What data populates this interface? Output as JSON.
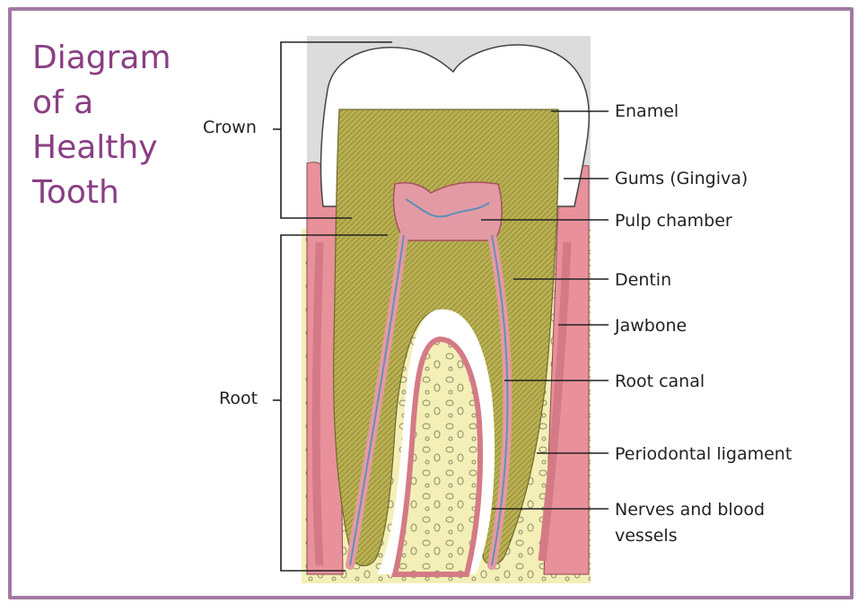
{
  "title": {
    "line1": "Diagram",
    "line2": "of a",
    "line3": "Healthy",
    "line4": "Tooth"
  },
  "left_labels": {
    "crown": "Crown",
    "root": "Root"
  },
  "right_labels": {
    "enamel": "Enamel",
    "gums": "Gums (Gingiva)",
    "pulp_chamber": "Pulp chamber",
    "dentin": "Dentin",
    "jawbone": "Jawbone",
    "root_canal": "Root canal",
    "periodontal_ligament": "Periodontal ligament",
    "nerves_line1": "Nerves and blood",
    "nerves_line2": "vessels"
  },
  "colors": {
    "title": "#8a3e84",
    "frame": "#a279a3",
    "enamel": "#ffffff",
    "dentin": "#b9b052",
    "pulp": "#e39aa4",
    "gum": "#e8919a",
    "bone": "#f3efb6",
    "background_panel": "#dcdcdc"
  }
}
